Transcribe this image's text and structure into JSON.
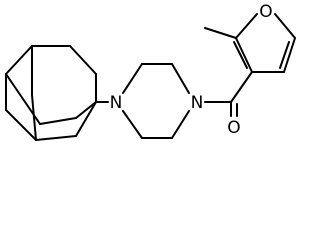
{
  "molecule": {
    "atoms": {
      "n_left": "N",
      "n_right": "N",
      "o_carbonyl": "O",
      "o_furan": "O"
    },
    "colors": {
      "bond": "#000000",
      "label": "#000000",
      "background": "#ffffff"
    }
  }
}
